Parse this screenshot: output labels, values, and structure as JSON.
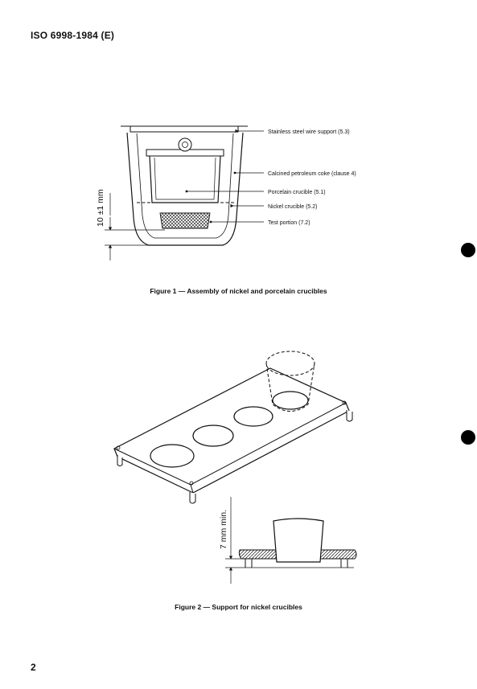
{
  "document": {
    "header": "ISO 6998-1984 (E)",
    "page_number": "2"
  },
  "figure1": {
    "caption": "Figure 1 — Assembly of nickel and porcelain crucibles",
    "labels": {
      "support": "Stainless steel wire support (5.3)",
      "coke": "Calcined petroleum coke (clause 4)",
      "porcelain": "Porcelain crucible (5.1)",
      "nickel": "Nickel crucible (5.2)",
      "test_portion": "Test portion (7.2)"
    },
    "dimension": "10 ±1 mm"
  },
  "figure2": {
    "caption": "Figure 2 — Support for nickel crucibles",
    "dimension": "7 mm min."
  }
}
